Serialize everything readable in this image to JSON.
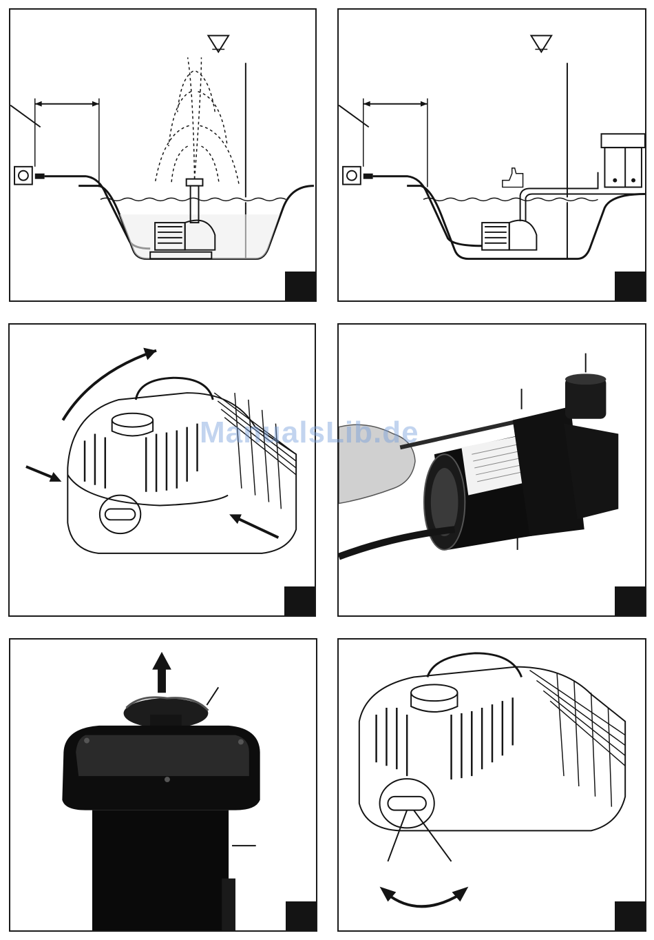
{
  "panels": [
    {
      "id": "fig-1",
      "kind": "pond-fountain-installation"
    },
    {
      "id": "fig-2",
      "kind": "pond-filter-installation"
    },
    {
      "id": "fig-3",
      "kind": "pump-housing-opening"
    },
    {
      "id": "fig-4",
      "kind": "motor-unit-screws"
    },
    {
      "id": "fig-5",
      "kind": "impeller-removal"
    },
    {
      "id": "fig-6",
      "kind": "flow-regulator-rotation"
    }
  ],
  "watermark": {
    "text": "ManualsLib.de",
    "color": "#78a0dc"
  },
  "colors": {
    "ink": "#141414",
    "water": "#e9e9e9",
    "motor": "#0d0d0d"
  }
}
